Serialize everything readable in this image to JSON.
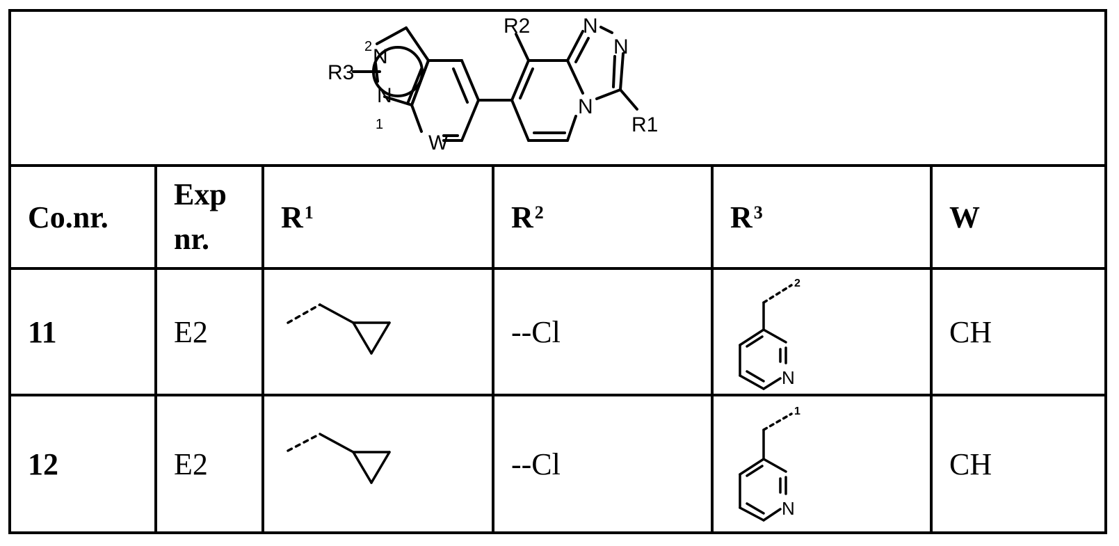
{
  "structure": {
    "description": "General formula: pyrazolo-fused bicyclic ring attached to [1,2,4]triazolo[4,3-a]pyridine",
    "labels": {
      "r1": "R1",
      "r2": "R2",
      "r3": "R3",
      "w": "W",
      "n_pos1": "N",
      "n_pos2": "N",
      "pos1": "1",
      "pos2": "2",
      "triazole_n_top_left": "N",
      "triazole_n_top_right": "N",
      "bridge_n": "N"
    }
  },
  "table": {
    "headers": [
      {
        "label": "Co.nr."
      },
      {
        "label_line1": "Exp",
        "label_line2": "nr."
      },
      {
        "label": "R",
        "sup": "1"
      },
      {
        "label": "R",
        "sup": "2"
      },
      {
        "label": "R",
        "sup": "3"
      },
      {
        "label": "W"
      }
    ],
    "rows": [
      {
        "co_nr": "11",
        "exp_nr": "E2",
        "r1": "cyclopropylmethyl",
        "r2": "--Cl",
        "r3": "pyridin-3-ylmethyl",
        "r3_attachment_label": "2",
        "r3_ring_atom": "N",
        "w": "CH"
      },
      {
        "co_nr": "12",
        "exp_nr": "E2",
        "r1": "cyclopropylmethyl",
        "r2": "--Cl",
        "r3": "pyridin-3-ylmethyl",
        "r3_attachment_label": "1",
        "r3_ring_atom": "N",
        "w": "CH"
      }
    ]
  }
}
